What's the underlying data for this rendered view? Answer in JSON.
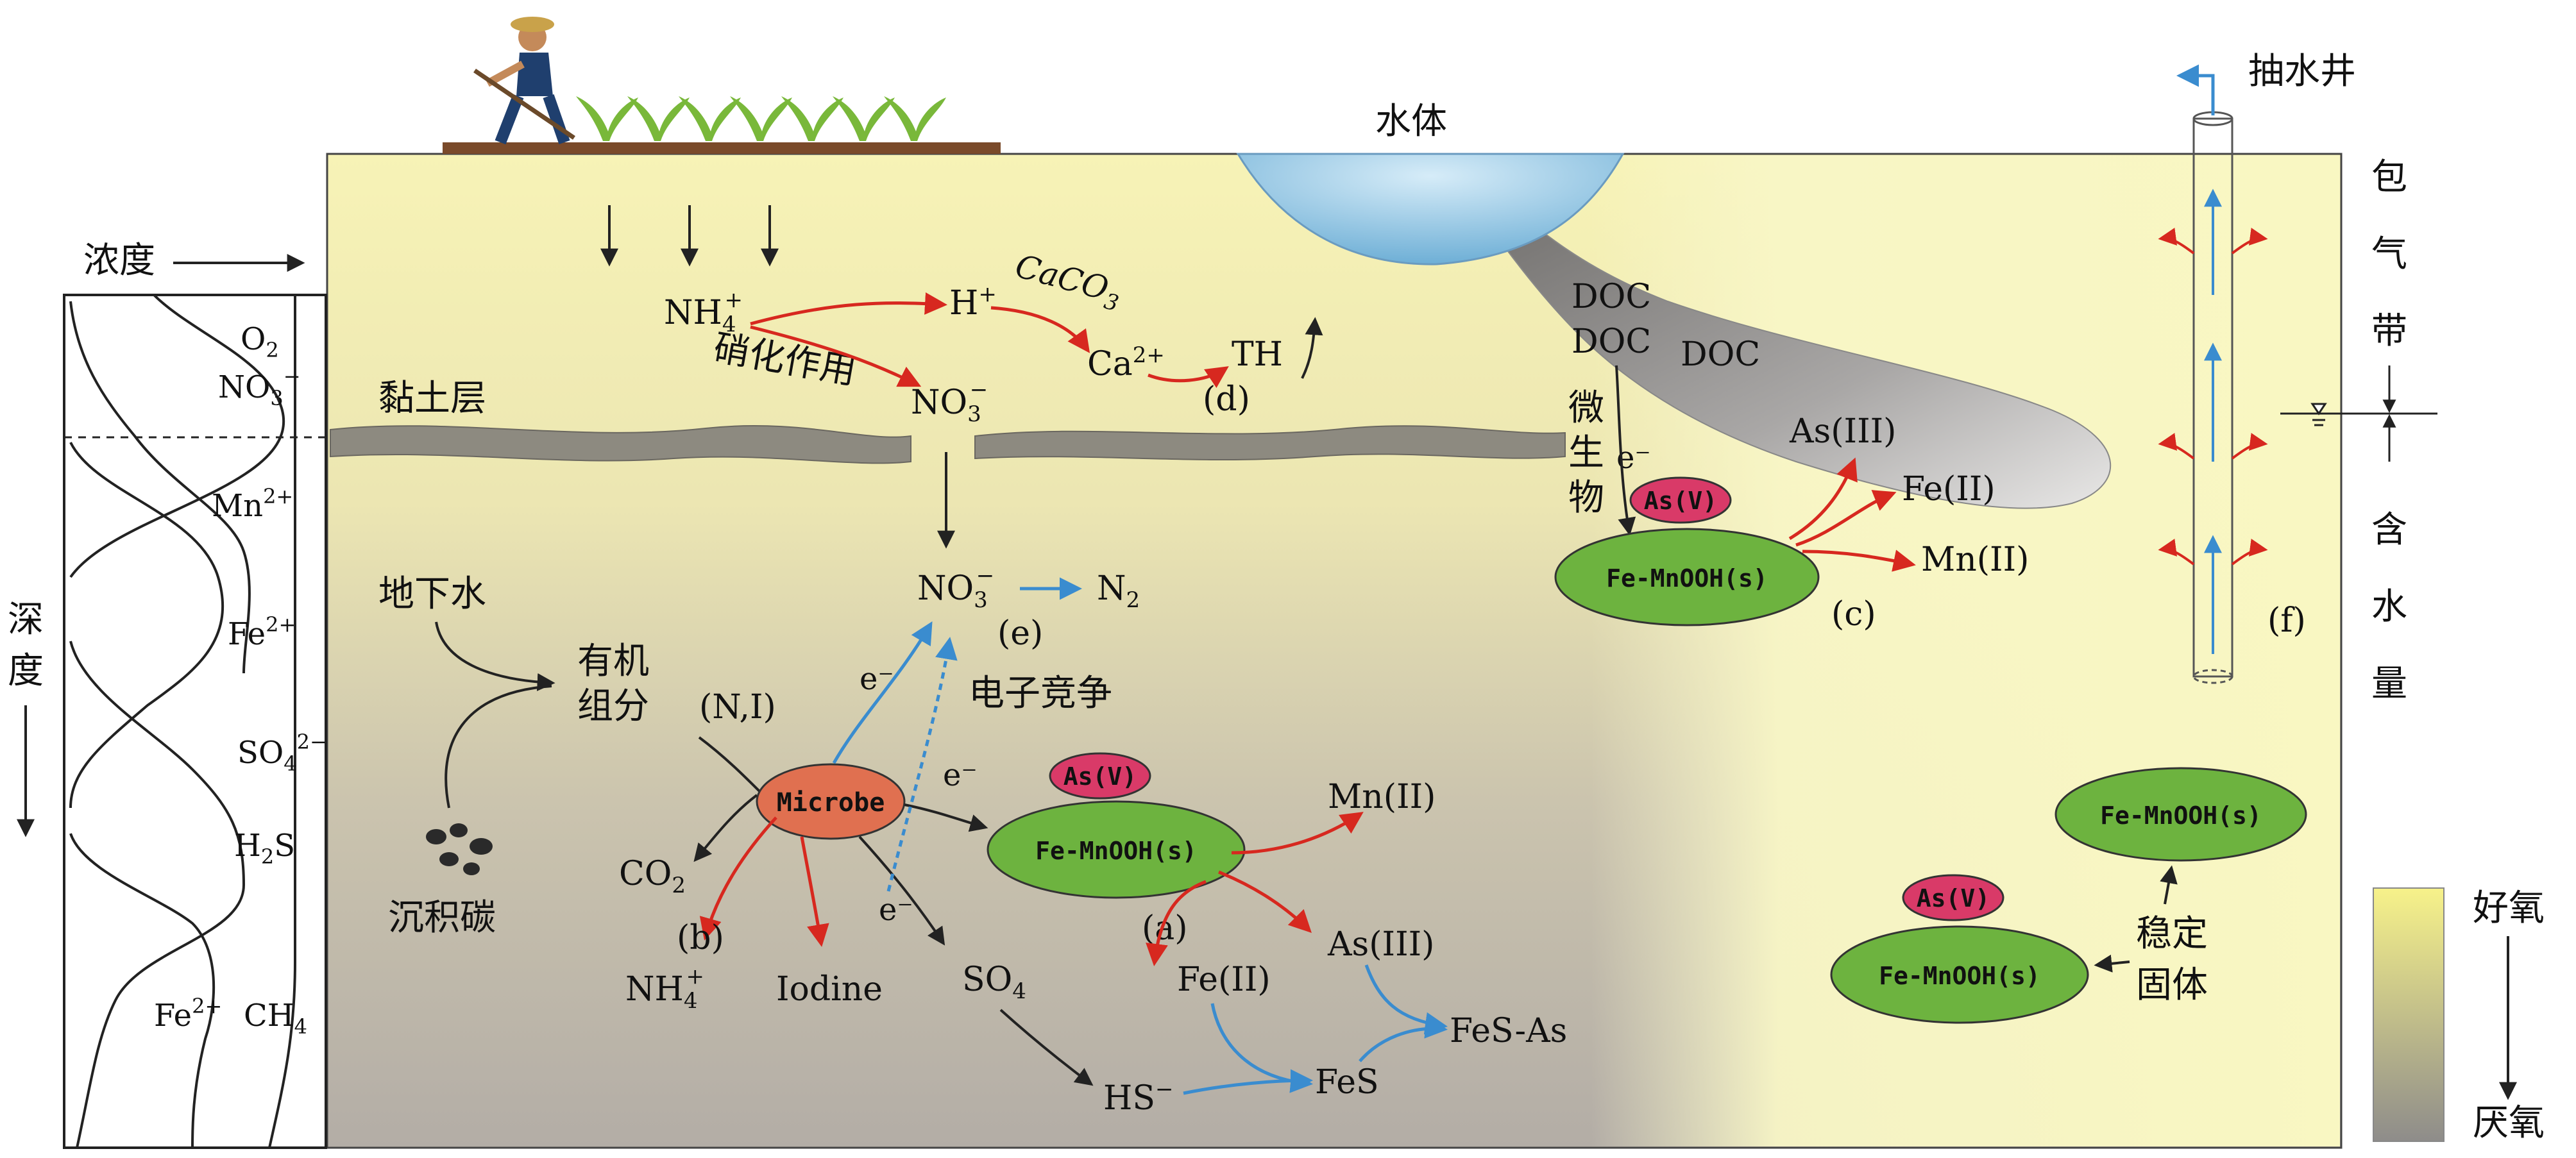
{
  "left_panel": {
    "concentration": "浓度",
    "depth": [
      "深",
      "度"
    ],
    "species": {
      "o2": {
        "base": "O",
        "sub": "2"
      },
      "no3": {
        "base": "NO",
        "sub": "3",
        "sup": "−"
      },
      "mn": {
        "base": "Mn",
        "sup": "2+"
      },
      "fe": {
        "base": "Fe",
        "sup": "2+"
      },
      "so4": {
        "base": "SO",
        "sub": "4",
        "sup": "2−"
      },
      "h2s": {
        "base": "H",
        "sub": "2",
        "tail": "S"
      },
      "fe_bottom": {
        "base": "Fe",
        "sup": "2+"
      },
      "ch4": {
        "base": "CH",
        "sub": "4"
      }
    }
  },
  "labels": {
    "water_body": "水体",
    "pumping_well": "抽水井",
    "vadose": [
      "包",
      "气",
      "带"
    ],
    "water_content": [
      "含",
      "水",
      "量"
    ],
    "clay_layer": "黏土层",
    "groundwater": "地下水",
    "organic": [
      "有机",
      "组分"
    ],
    "organic_ni": "(N,I)",
    "sediment_carbon": "沉积碳",
    "nitrification": "硝化作用",
    "electron_competition": "电子竞争",
    "microbes_v": [
      "微",
      "生",
      "物"
    ],
    "stable_solid": [
      "稳定",
      "固体"
    ],
    "aerobic": "好氧",
    "anaerobic": "厌氧"
  },
  "chem": {
    "nh4_top": {
      "base": "NH",
      "sub": "4",
      "sup": "+"
    },
    "h_plus": {
      "base": "H",
      "sup": "+"
    },
    "caco3": {
      "base": "CaCO",
      "sub": "3"
    },
    "ca2": {
      "base": "Ca",
      "sup": "2+"
    },
    "th": "TH",
    "no3_mid": {
      "base": "NO",
      "sub": "3",
      "sup": "−"
    },
    "no3_low": {
      "base": "NO",
      "sub": "3",
      "sup": "−"
    },
    "n2": {
      "base": "N",
      "sub": "2"
    },
    "co2": {
      "base": "CO",
      "sub": "2"
    },
    "nh4_low": {
      "base": "NH",
      "sub": "4",
      "sup": "+"
    },
    "iodine": "Iodine",
    "so4": {
      "base": "SO",
      "sub": "4"
    },
    "hs": {
      "base": "HS",
      "sup": "−"
    },
    "fes": "FeS",
    "fes_as": "FeS-As",
    "fe_ii": "Fe(II)",
    "as_iii": "As(III)",
    "mn_ii": "Mn(II)",
    "as_iii_r": "As(III)",
    "fe_ii_r": "Fe(II)",
    "mn_ii_r": "Mn(II)",
    "doc": "DOC",
    "e_minus": "e⁻",
    "microbe": "Microbe",
    "as_v": "As(V)",
    "fe_mnooh": "Fe-MnOOH(s)"
  },
  "markers": {
    "a": "(a)",
    "b": "(b)",
    "c": "(c)",
    "d": "(d)",
    "e": "(e)",
    "f": "(f)"
  },
  "colors": {
    "red_arrow": "#d7281f",
    "blue_arrow": "#3a8ccf",
    "green_oval": "#6db33f",
    "as_badge": "#d93a68",
    "microbe": "#e07050",
    "water": "#8cc3e3",
    "aerobic": "#f7f28a",
    "anaerobic": "#8e8c8a"
  }
}
